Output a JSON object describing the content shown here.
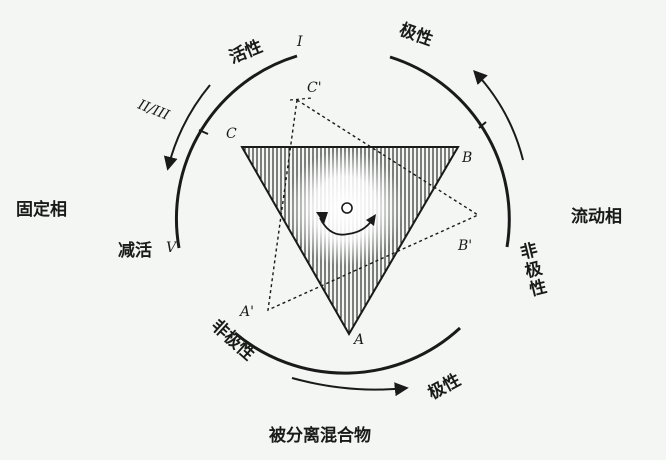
{
  "phases": {
    "stationary": "固定相",
    "mobile": "流动相",
    "analyte": "被分离混合物"
  },
  "regions": {
    "active": "活性",
    "deactivated": "减活",
    "polar_top": "极性",
    "nonpolar_right": "非极性",
    "nonpolar_bottom": "非极性",
    "polar_bottom": "极性"
  },
  "marks": {
    "roman_1": "I",
    "roman_2_3": "II/III",
    "roman_5": "V"
  },
  "points": {
    "A": "A",
    "B": "B",
    "C": "C",
    "A_prime": "A'",
    "B_prime": "B'",
    "C_prime": "C'"
  },
  "colors": {
    "ink": "#1a1a1a",
    "background": "#f3f6f3"
  }
}
